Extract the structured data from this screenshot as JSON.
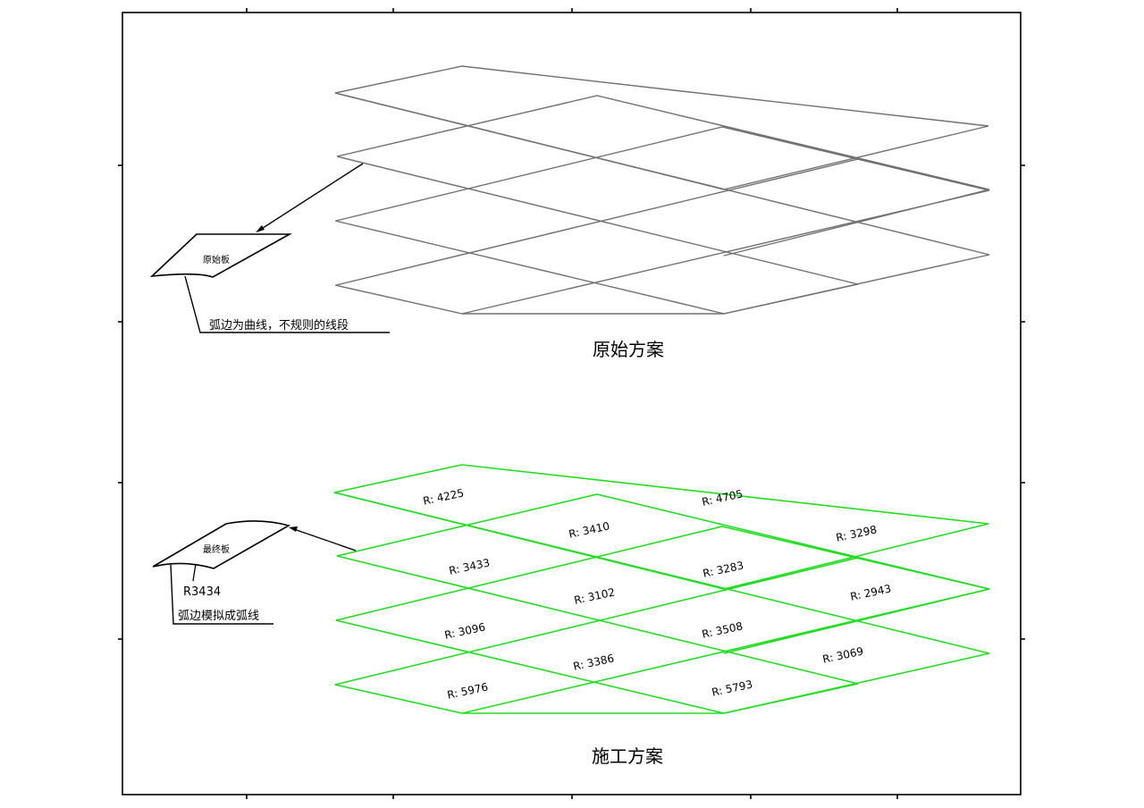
{
  "colors": {
    "frame": "#000000",
    "original_grid": "#707070",
    "construction_grid": "#22dd22",
    "text": "#000000"
  },
  "original_scheme": {
    "title": "原始方案",
    "panel_label": "原始板",
    "note": "弧边为曲线，不规则的线段"
  },
  "construction_scheme": {
    "title": "施工方案",
    "panel_label": "最终板",
    "radius_callout": "R3434",
    "note": "弧边模拟成弧线",
    "radius_labels": [
      "R: 4225",
      "R: 4705",
      "R: 3410",
      "R: 3298",
      "R: 3433",
      "R: 3283",
      "R: 3102",
      "R: 2943",
      "R: 3096",
      "R: 3508",
      "R: 3386",
      "R: 3069",
      "R: 5976",
      "R: 5793"
    ]
  }
}
